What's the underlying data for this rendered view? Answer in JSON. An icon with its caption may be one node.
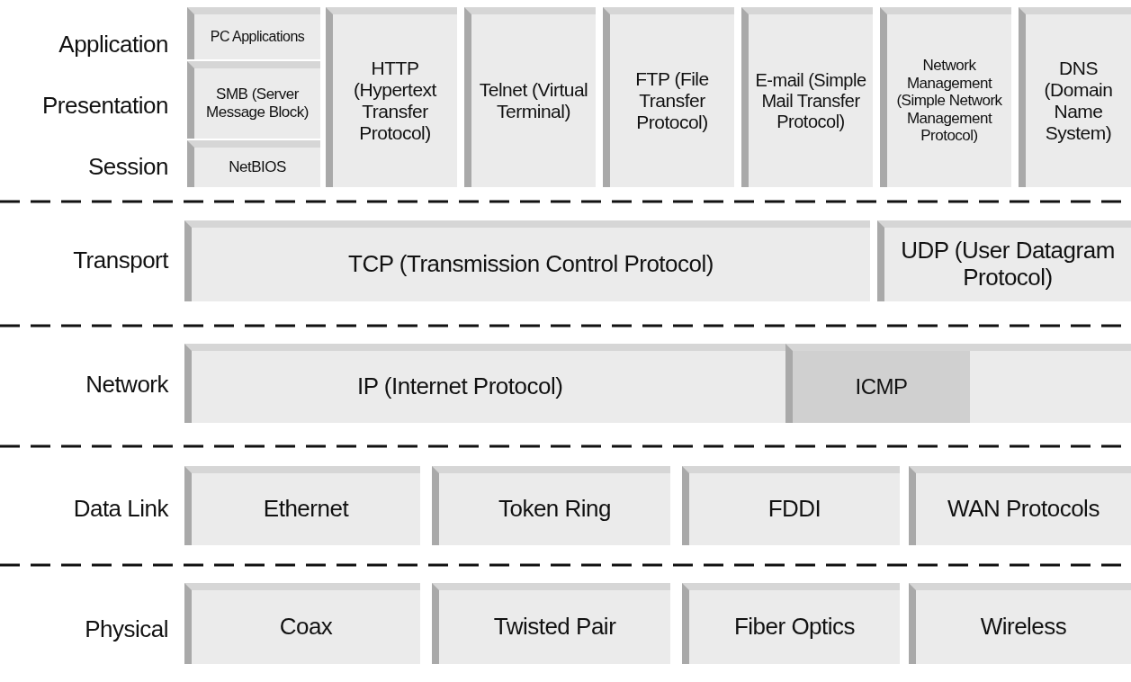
{
  "diagram": {
    "nodes": [
      {
        "text": [
          "PC Applications"
        ]
      },
      {
        "text": [
          "SMB (Server Message Block)"
        ]
      },
      {
        "text": [
          "NetBIOS"
        ]
      },
      {
        "text": [
          "HTTP (Hypertext Transfer Protocol)"
        ]
      },
      {
        "text": [
          "Telnet (Virtual Terminal)"
        ]
      },
      {
        "text": [
          "FTP (File Transfer Protocol)"
        ]
      },
      {
        "text": [
          "E-mail (Simple Mail Transfer Protocol)"
        ]
      },
      {
        "text": [
          "Network Management (Simple Network Management Protocol)"
        ]
      },
      {
        "text": [
          "DNS (Domain Name System)"
        ]
      },
      {
        "text": [
          "TCP (Transmission Control Protocol)"
        ]
      },
      {
        "text": [
          "UDP (User Datagram Protocol)"
        ]
      },
      {
        "text": [
          "IP (Internet Protocol)"
        ]
      },
      {
        "text": [
          "ICMP"
        ],
        "in": 11
      },
      {
        "text": [
          "Ethernet"
        ]
      },
      {
        "text": [
          "Token Ring"
        ]
      },
      {
        "text": [
          "FDDI"
        ]
      },
      {
        "text": [
          "WAN Protocols"
        ]
      },
      {
        "text": [
          "Coax"
        ]
      },
      {
        "text": [
          "Twisted Pair"
        ]
      },
      {
        "text": [
          "Fiber Optics"
        ]
      },
      {
        "text": [
          "Wireless"
        ]
      }
    ],
    "edges": [],
    "labels": [
      "Application",
      "Presentation",
      "Session",
      "Transport",
      "Network",
      "Data Link",
      "Physical"
    ]
  }
}
